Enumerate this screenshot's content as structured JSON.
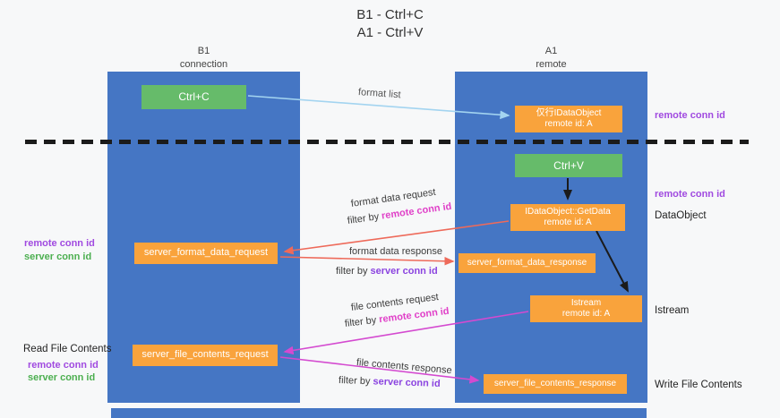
{
  "title": {
    "line1": "B1 - Ctrl+C",
    "line2": "A1 - Ctrl+V"
  },
  "lanes": {
    "left": {
      "name": "B1",
      "subtitle": "connection"
    },
    "right": {
      "name": "A1",
      "subtitle": "remote"
    }
  },
  "nodes": {
    "ctrl_c": "Ctrl+C",
    "ctrl_v": "Ctrl+V",
    "idataobject": {
      "line1": "仅行IDataObject",
      "line2": "remote id: A"
    },
    "getdata": {
      "line1": "IDataObject::GetData",
      "line2": "remote id: A"
    },
    "istream": {
      "line1": "Istream",
      "line2": "remote id: A"
    },
    "format_request": "server_format_data_request",
    "format_response": "server_format_data_response",
    "file_request": "server_file_contents_request",
    "file_response": "server_file_contents_response"
  },
  "labels": {
    "format_list": "format list",
    "format_data_request": "format data request",
    "format_data_response": "format data response",
    "file_contents_request": "file contents request",
    "file_contents_response": "file contents response",
    "filter_by": "filter by ",
    "remote_conn_id": "remote conn id",
    "server_conn_id": "server conn id",
    "dataobject": "DataObject",
    "istream": "Istream",
    "read_file_contents": "Read File Contents",
    "write_file_contents": "Write File Contents"
  },
  "colors": {
    "lane_blue": "#4576c4",
    "box_green": "#66bb6a",
    "box_orange": "#f9a33c",
    "arrow_light_blue": "#a3d4f0",
    "arrow_red": "#ee6a5a",
    "arrow_magenta": "#d44ad0",
    "arrow_black": "#1b1b1b",
    "text_purple": "#a04ae0",
    "text_green": "#4caf50",
    "text_magenta": "#e040c8",
    "text_violet": "#8b44e0"
  }
}
